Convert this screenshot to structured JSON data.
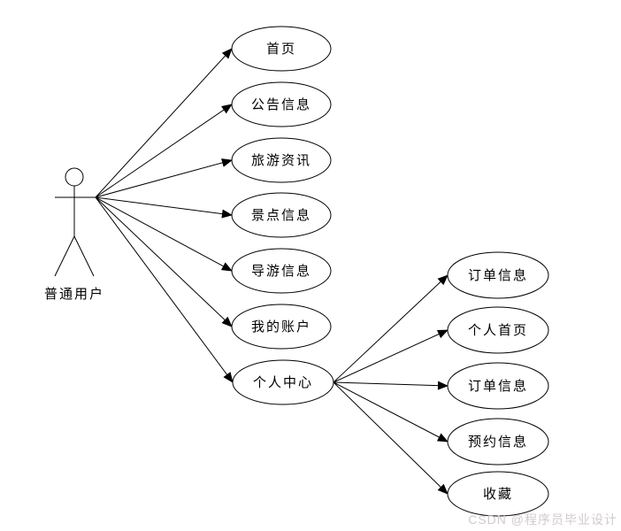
{
  "actor": {
    "label": "普通用户"
  },
  "usecases": {
    "left": [
      "首页",
      "公告信息",
      "旅游资讯",
      "景点信息",
      "导游信息",
      "我的账户",
      "个人中心"
    ],
    "right": [
      "订单信息",
      "个人首页",
      "订单信息",
      "预约信息",
      "收藏"
    ]
  },
  "watermark": {
    "text": "CSDN @程序员毕业设计"
  },
  "colors": {
    "line": "#000000",
    "text": "#000000",
    "watermark": "#d2cbcb",
    "background": "#ffffff"
  }
}
